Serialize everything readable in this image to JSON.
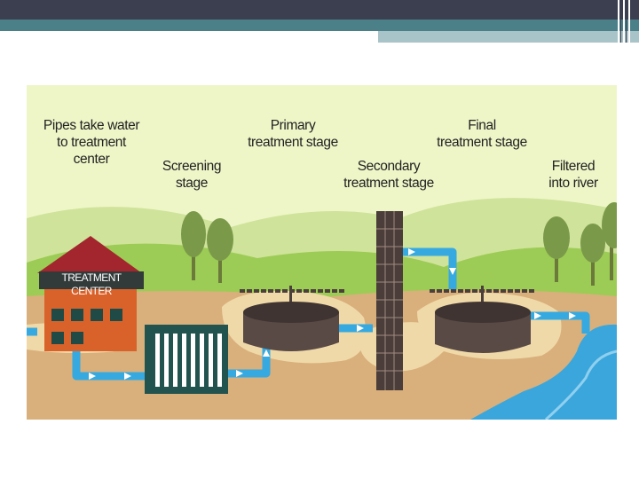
{
  "labels": {
    "pipes": "Pipes take water\nto treatment\ncenter",
    "screening": "Screening\nstage",
    "primary": "Primary\ntreatment stage",
    "secondary": "Secondary\ntreatment stage",
    "final": "Final\ntreatment stage",
    "filtered": "Filtered\ninto river",
    "building_sign": "TREATMENT\nCENTER"
  },
  "colors": {
    "sky": "#eef6c8",
    "hill_back": "#cfe39a",
    "hill_front": "#9ccc55",
    "ground": "#d9b07c",
    "sand": "#f0d9a8",
    "pipe": "#36a9e1",
    "water": "#3ba6dc",
    "tank": "#5a4a46",
    "building": "#d9622b",
    "roof": "#a3262e",
    "screen": "#22534e"
  }
}
